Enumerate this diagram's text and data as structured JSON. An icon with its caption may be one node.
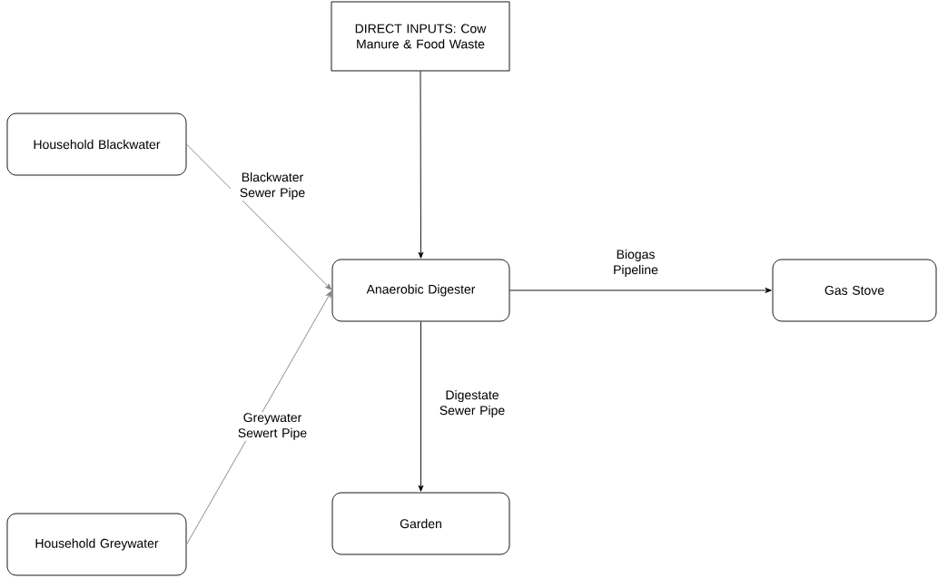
{
  "diagram": {
    "nodes": [
      {
        "text": [
          "DIRECT INPUTS: Cow Manure & Food Waste"
        ]
      },
      {
        "text": [
          "Household Blackwater"
        ]
      },
      {
        "text": [
          "Anaerobic Digester"
        ]
      },
      {
        "text": [
          "Gas Stove"
        ]
      },
      {
        "text": [
          "Household Greywater"
        ]
      },
      {
        "text": [
          "Garden"
        ]
      }
    ],
    "edges": [
      {
        "from": 0,
        "to": 2,
        "arrow": "to"
      },
      {
        "from": 1,
        "to": 2,
        "arrow": "to",
        "label": "Blackwater Sewer Pipe",
        "color": "#808080"
      },
      {
        "from": 4,
        "to": 2,
        "arrow": "to",
        "label": "Greywater Sewert Pipe",
        "color": "#808080"
      },
      {
        "from": 2,
        "to": 3,
        "arrow": "to",
        "label": "Biogas Pipeline"
      },
      {
        "from": 2,
        "to": 5,
        "arrow": "to",
        "label": "Digestate Sewer Pipe"
      }
    ]
  }
}
